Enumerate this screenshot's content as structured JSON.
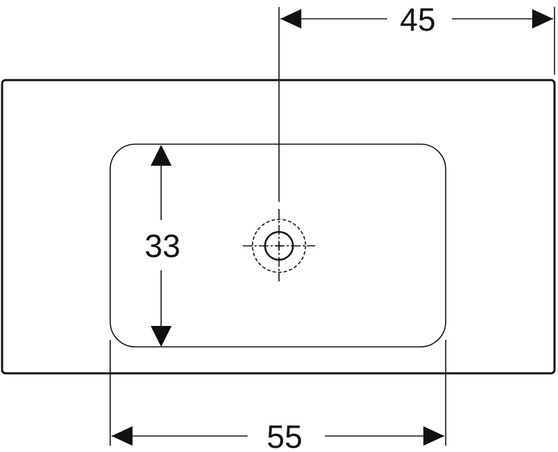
{
  "diagram": {
    "dimensions": {
      "top_width": "45",
      "basin_height": "33",
      "basin_width": "55"
    },
    "colors": {
      "line": "#111111",
      "background": "#ffffff"
    }
  }
}
